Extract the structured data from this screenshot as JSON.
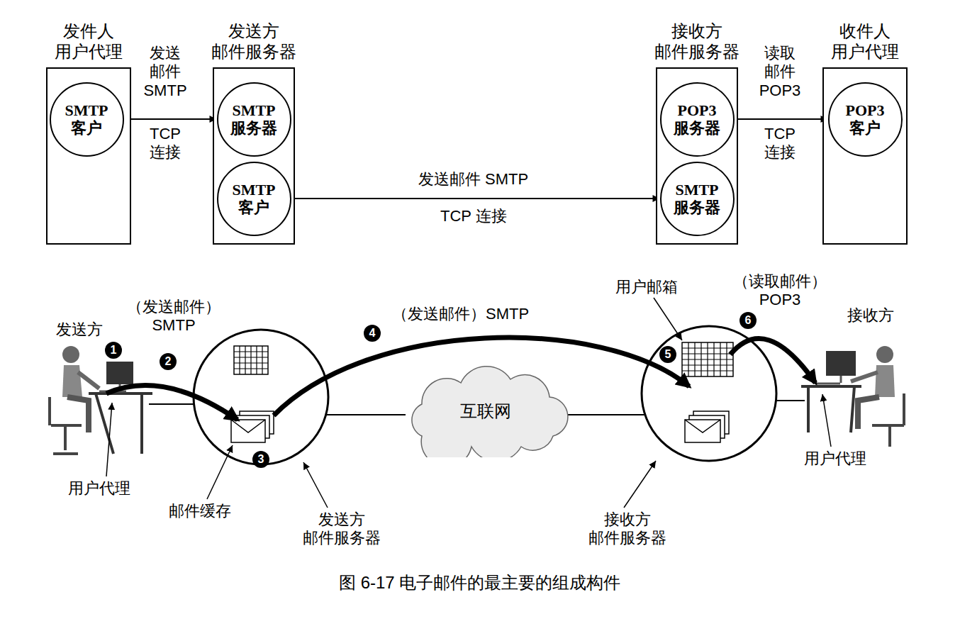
{
  "diagram": {
    "caption": "图 6-17 电子邮件的最主要的组成构件",
    "nodes": [
      {
        "text": [
          "发件人 用户代理"
        ]
      },
      {
        "text": [
          "SMTP 客户"
        ],
        "in": 0
      },
      {
        "text": [
          "发送方 邮件服务器"
        ]
      },
      {
        "text": [
          "SMTP 服务器"
        ],
        "in": 2
      },
      {
        "text": [
          "SMTP 客户"
        ],
        "in": 2
      },
      {
        "text": [
          "接收方 邮件服务器"
        ]
      },
      {
        "text": [
          "POP3 服务器"
        ],
        "in": 5
      },
      {
        "text": [
          "SMTP 服务器"
        ],
        "in": 5
      },
      {
        "text": [
          "收件人 用户代理"
        ]
      },
      {
        "text": [
          "POP3 客户"
        ],
        "in": 8
      },
      {
        "text": [
          "互联网"
        ]
      }
    ],
    "edges": [
      {
        "from": 1,
        "to": 3,
        "arrow": "to",
        "label": "发送 邮件 SMTP"
      },
      {
        "from": 4,
        "to": 7,
        "arrow": "to",
        "label": "发送邮件 SMTP"
      },
      {
        "from": 6,
        "to": 9,
        "arrow": "to",
        "label": "读取 邮件 POP3"
      }
    ],
    "labels": [
      "TCP 连接",
      "TCP 连接",
      "TCP 连接",
      "发送方",
      "（发送邮件） SMTP",
      "1",
      "2",
      "3",
      "（发送邮件）SMTP",
      "4",
      "用户邮箱",
      "（读取邮件） POP3",
      "5",
      "6",
      "接收方",
      "用户代理",
      "邮件缓存",
      "发送方 邮件服务器",
      "接收方 邮件服务器",
      "用户代理"
    ]
  }
}
